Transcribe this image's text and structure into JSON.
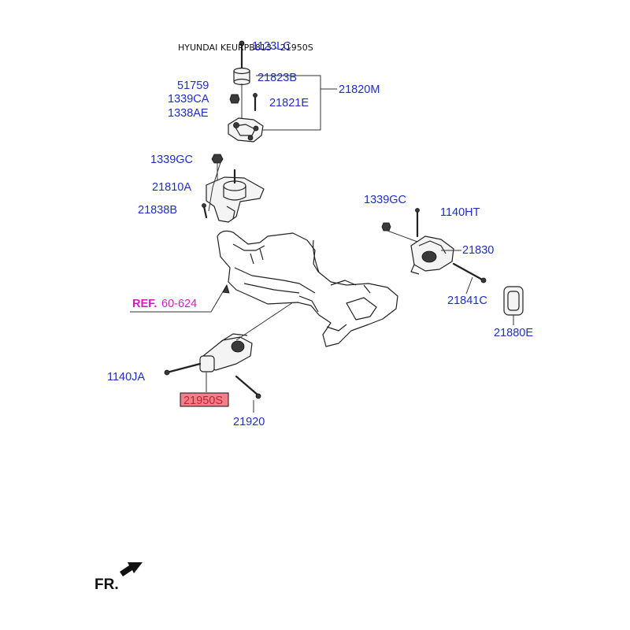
{
  "header": {
    "title": "HYUNDAI KEURPB813 - 21950S"
  },
  "labels": {
    "p1123LC": "1123LC",
    "p21823B": "21823B",
    "p21820M": "21820M",
    "p51759": "51759",
    "p1339CA": "1339CA",
    "p1338AE": "1338AE",
    "p21821E": "21821E",
    "p1339GC_left": "1339GC",
    "p21810A": "21810A",
    "p21838B": "21838B",
    "p1339GC_right": "1339GC",
    "p1140HT": "1140HT",
    "p21830": "21830",
    "p21841C": "21841C",
    "p21880E": "21880E",
    "ref_prefix": "REF.",
    "ref_number": "60-624",
    "p1140JA": "1140JA",
    "p21950S": "21950S",
    "p21920": "21920",
    "fr": "FR."
  },
  "colors": {
    "label": "#1f2fc4",
    "ref": "#d01fc6",
    "highlight_fill": "#f0808c",
    "highlight_text": "#c81e2a"
  },
  "icons": {
    "fr_arrow": "front-direction-arrow-icon"
  }
}
